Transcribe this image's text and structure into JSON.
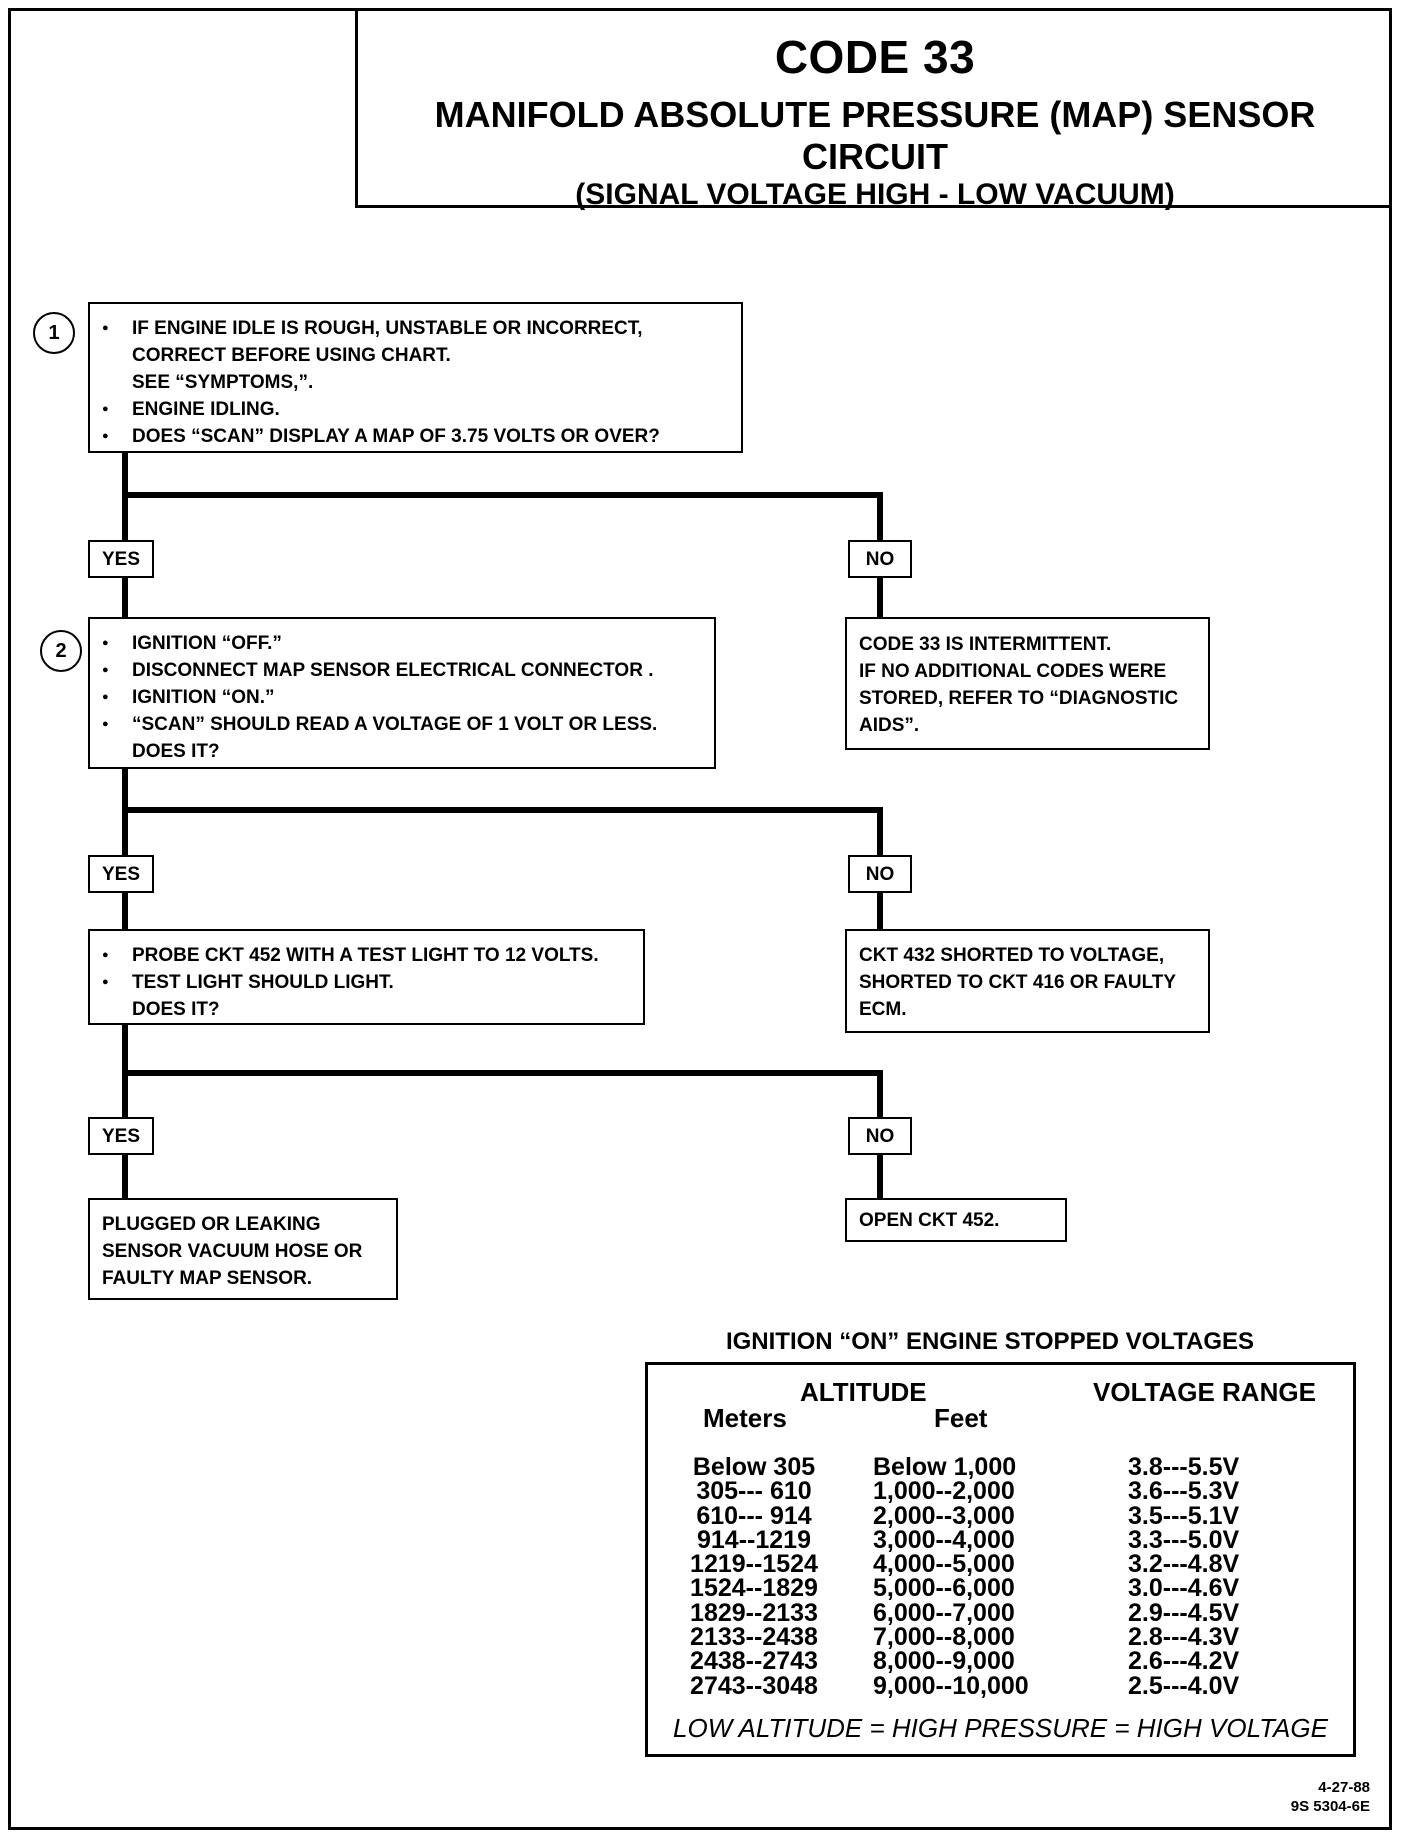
{
  "header": {
    "code": "CODE 33",
    "title": "MANIFOLD ABSOLUTE PRESSURE (MAP) SENSOR CIRCUIT",
    "subtitle": "(SIGNAL VOLTAGE HIGH - LOW VACUUM)"
  },
  "step1": {
    "number": "1",
    "lines": [
      "IF ENGINE IDLE IS ROUGH, UNSTABLE OR INCORRECT,",
      "CORRECT BEFORE USING CHART.",
      "SEE “SYMPTOMS,”.",
      "ENGINE IDLING.",
      "DOES “SCAN” DISPLAY A MAP OF 3.75  VOLTS OR OVER?"
    ]
  },
  "step2": {
    "number": "2",
    "lines": [
      "IGNITION “OFF.”",
      "DISCONNECT MAP SENSOR ELECTRICAL CONNECTOR .",
      "IGNITION “ON.”",
      "“SCAN” SHOULD READ  A VOLTAGE OF 1 VOLT OR LESS.",
      "DOES IT?"
    ]
  },
  "step3": {
    "lines": [
      "PROBE CKT 452 WITH A TEST LIGHT TO 12  VOLTS.",
      "TEST LIGHT SHOULD LIGHT.",
      "DOES IT?"
    ]
  },
  "labels": {
    "yes": "YES",
    "no": "NO"
  },
  "results": {
    "intermittent": [
      "CODE 33 IS INTERMITTENT.",
      "IF NO ADDITIONAL CODES WERE",
      "STORED, REFER TO “DIAGNOSTIC",
      "AIDS”."
    ],
    "shorted": [
      "CKT 432 SHORTED TO VOLTAGE,",
      "SHORTED TO CKT 416 OR FAULTY",
      "ECM."
    ],
    "plugged": [
      "PLUGGED OR LEAKING",
      "SENSOR  VACUUM HOSE OR",
      "FAULTY MAP SENSOR."
    ],
    "open": [
      "OPEN CKT 452."
    ]
  },
  "voltage_table": {
    "title": "IGNITION “ON” ENGINE STOPPED VOLTAGES",
    "altitude_header": "ALTITUDE",
    "meters_header": "Meters",
    "feet_header": "Feet",
    "voltage_header": "VOLTAGE RANGE",
    "meters": [
      "Below 305",
      "305--- 610",
      "610--- 914",
      "914--1219",
      "1219--1524",
      "1524--1829",
      "1829--2133",
      "2133--2438",
      "2438--2743",
      "2743--3048"
    ],
    "feet": [
      "Below 1,000",
      "1,000--2,000",
      "2,000--3,000",
      "3,000--4,000",
      "4,000--5,000",
      "5,000--6,000",
      "6,000--7,000",
      "7,000--8,000",
      "8,000--9,000",
      "9,000--10,000"
    ],
    "voltage": [
      "3.8---5.5V",
      "3.6---5.3V",
      "3.5---5.1V",
      "3.3---5.0V",
      "3.2---4.8V",
      "3.0---4.6V",
      "2.9---4.5V",
      "2.8---4.3V",
      "2.6---4.2V",
      "2.5---4.0V"
    ],
    "footer": "LOW ALTITUDE  =  HIGH PRESSURE  =  HIGH VOLTAGE"
  },
  "code_ref": [
    "4-27-88",
    "9S 5304-6E"
  ]
}
